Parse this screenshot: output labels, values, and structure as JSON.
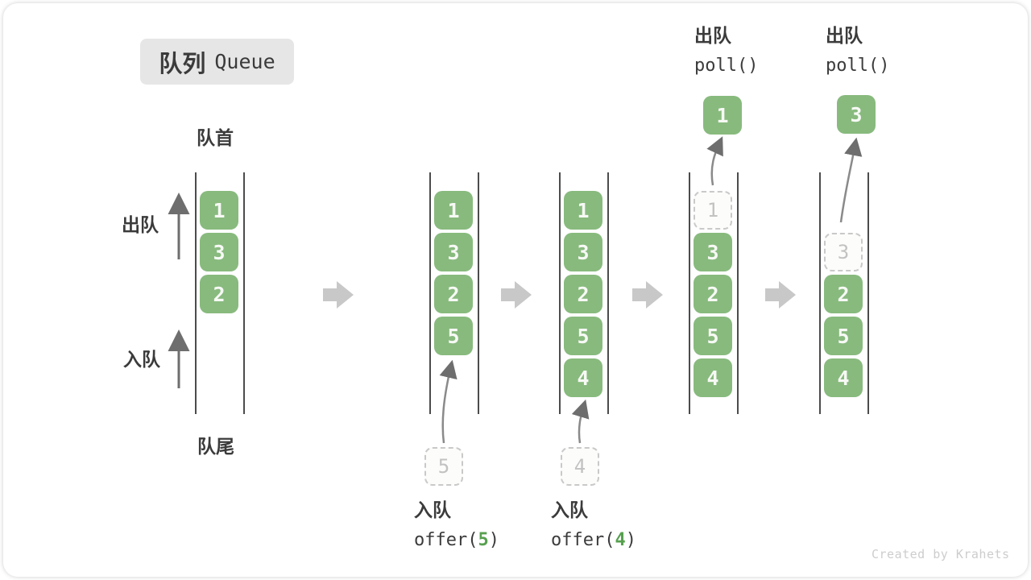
{
  "badge": {
    "title_zh": "队列",
    "title_en": "Queue"
  },
  "axis": {
    "front": "队首",
    "rear": "队尾",
    "dequeue": "出队",
    "enqueue": "入队"
  },
  "states": [
    {
      "cells": [
        "1",
        "3",
        "2"
      ]
    },
    {
      "cells": [
        "1",
        "3",
        "2",
        "5"
      ],
      "incoming": "5"
    },
    {
      "cells": [
        "1",
        "3",
        "2",
        "5",
        "4"
      ],
      "incoming": "4"
    },
    {
      "cells": [
        "3",
        "2",
        "5",
        "4"
      ],
      "ghost": "1",
      "popped": "1"
    },
    {
      "cells": [
        "2",
        "5",
        "4"
      ],
      "ghost": "3",
      "popped": "3"
    }
  ],
  "ops": {
    "offer_5": {
      "zh": "入队",
      "code_prefix": "offer(",
      "arg": "5",
      "code_suffix": ")"
    },
    "offer_4": {
      "zh": "入队",
      "code_prefix": "offer(",
      "arg": "4",
      "code_suffix": ")"
    },
    "poll_1": {
      "zh": "出队",
      "code": "poll()"
    },
    "poll_2": {
      "zh": "出队",
      "code": "poll()"
    }
  },
  "watermark": "Created by Krahets",
  "colors": {
    "cell_green": "#88BA7E",
    "code_green": "#57A04F",
    "arrow_gray": "#C8C8C8",
    "line_gray": "#8A8A8A",
    "wall": "#4C4C4C",
    "text": "#3B3B3B",
    "ghost_border": "#C9C9C9",
    "ghost_text": "#C2C2C2",
    "badge_bg": "#E6E6E6",
    "watermark": "#CDCDCD"
  }
}
